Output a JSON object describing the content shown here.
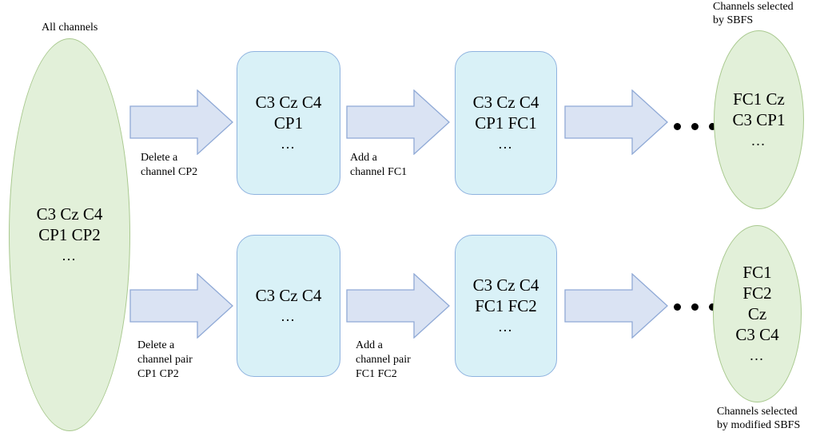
{
  "labels": {
    "all_channels": "All channels",
    "top_right_caption": [
      "Channels selected",
      "by SBFS"
    ],
    "bottom_right_caption": [
      "Channels selected",
      "by modified SBFS"
    ]
  },
  "start_node": {
    "lines": [
      "C3 Cz C4",
      "CP1 CP2",
      "…"
    ]
  },
  "top_row": {
    "arrow1_label": [
      "Delete a",
      "channel CP2"
    ],
    "box1_lines": [
      "C3 Cz C4",
      "CP1",
      "…"
    ],
    "arrow2_label": [
      "Add a",
      "channel FC1"
    ],
    "box2_lines": [
      "C3 Cz C4",
      "CP1 FC1",
      "…"
    ],
    "end_lines": [
      "FC1 Cz",
      "C3 CP1",
      "…"
    ]
  },
  "bottom_row": {
    "arrow1_label": [
      "Delete a",
      "channel pair",
      "CP1 CP2"
    ],
    "box1_lines": [
      "C3 Cz C4",
      "…"
    ],
    "arrow2_label": [
      "Add a",
      "channel pair",
      "FC1 FC2"
    ],
    "box2_lines": [
      "C3 Cz C4",
      "FC1 FC2",
      "…"
    ],
    "end_lines": [
      "FC1",
      "FC2",
      "Cz",
      "C3 C4",
      "…"
    ]
  },
  "colors": {
    "ellipse_fill": "#e2f0d9",
    "ellipse_border": "#a9c98f",
    "box_fill": "#d9f1f7",
    "box_border": "#8fb3df",
    "arrow_fill": "#dae3f3",
    "arrow_border": "#8fa9d6"
  }
}
